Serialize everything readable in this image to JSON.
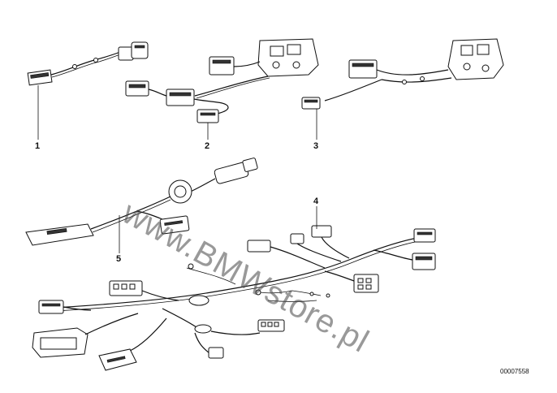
{
  "parts": [
    {
      "number": "1"
    },
    {
      "number": "2"
    },
    {
      "number": "3"
    },
    {
      "number": "4"
    },
    {
      "number": "5"
    }
  ],
  "watermark": "www.BMWstore.pl",
  "drawing_code": "00007558"
}
